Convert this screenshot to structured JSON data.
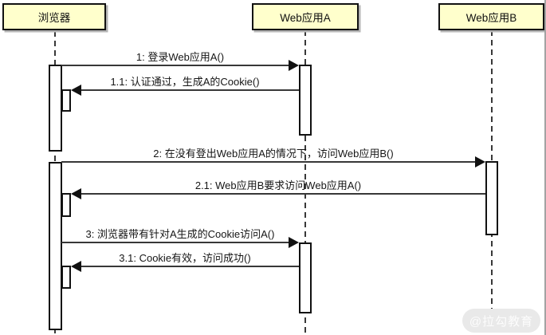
{
  "diagram_type": "uml-sequence-diagram",
  "participants": [
    {
      "id": "browser",
      "label": "浏览器"
    },
    {
      "id": "web-app-a",
      "label": "Web应用A"
    },
    {
      "id": "web-app-b",
      "label": "Web应用B"
    }
  ],
  "messages": [
    {
      "seq": "1",
      "label": "1: 登录Web应用A()",
      "from": "浏览器",
      "to": "Web应用A",
      "direction": "right"
    },
    {
      "seq": "1.1",
      "label": "1.1: 认证通过，生成A的Cookie()",
      "from": "Web应用A",
      "to": "浏览器",
      "direction": "left"
    },
    {
      "seq": "2",
      "label": "2: 在没有登出Web应用A的情况下，访问Web应用B()",
      "from": "浏览器",
      "to": "Web应用B",
      "direction": "right"
    },
    {
      "seq": "2.1",
      "label": "2.1: Web应用B要求访问Web应用A()",
      "from": "Web应用B",
      "to": "浏览器",
      "direction": "left"
    },
    {
      "seq": "3",
      "label": "3: 浏览器带有针对A生成的Cookie访问A()",
      "from": "浏览器",
      "to": "Web应用A",
      "direction": "right"
    },
    {
      "seq": "3.1",
      "label": "3.1: Cookie有效，访问成功()",
      "from": "Web应用A",
      "to": "浏览器",
      "direction": "left"
    }
  ],
  "watermark": {
    "label": "@拉勾教育"
  },
  "colors": {
    "background": "#ffffff",
    "participant_fill": "#ffffcc",
    "border_color": "#111111",
    "line_color": "#383838",
    "arrow_color": "#111111",
    "shadow_color": "#b4b4b4",
    "watermark_bg": "#e9e9e9",
    "watermark_text": "#fcfcfc"
  }
}
